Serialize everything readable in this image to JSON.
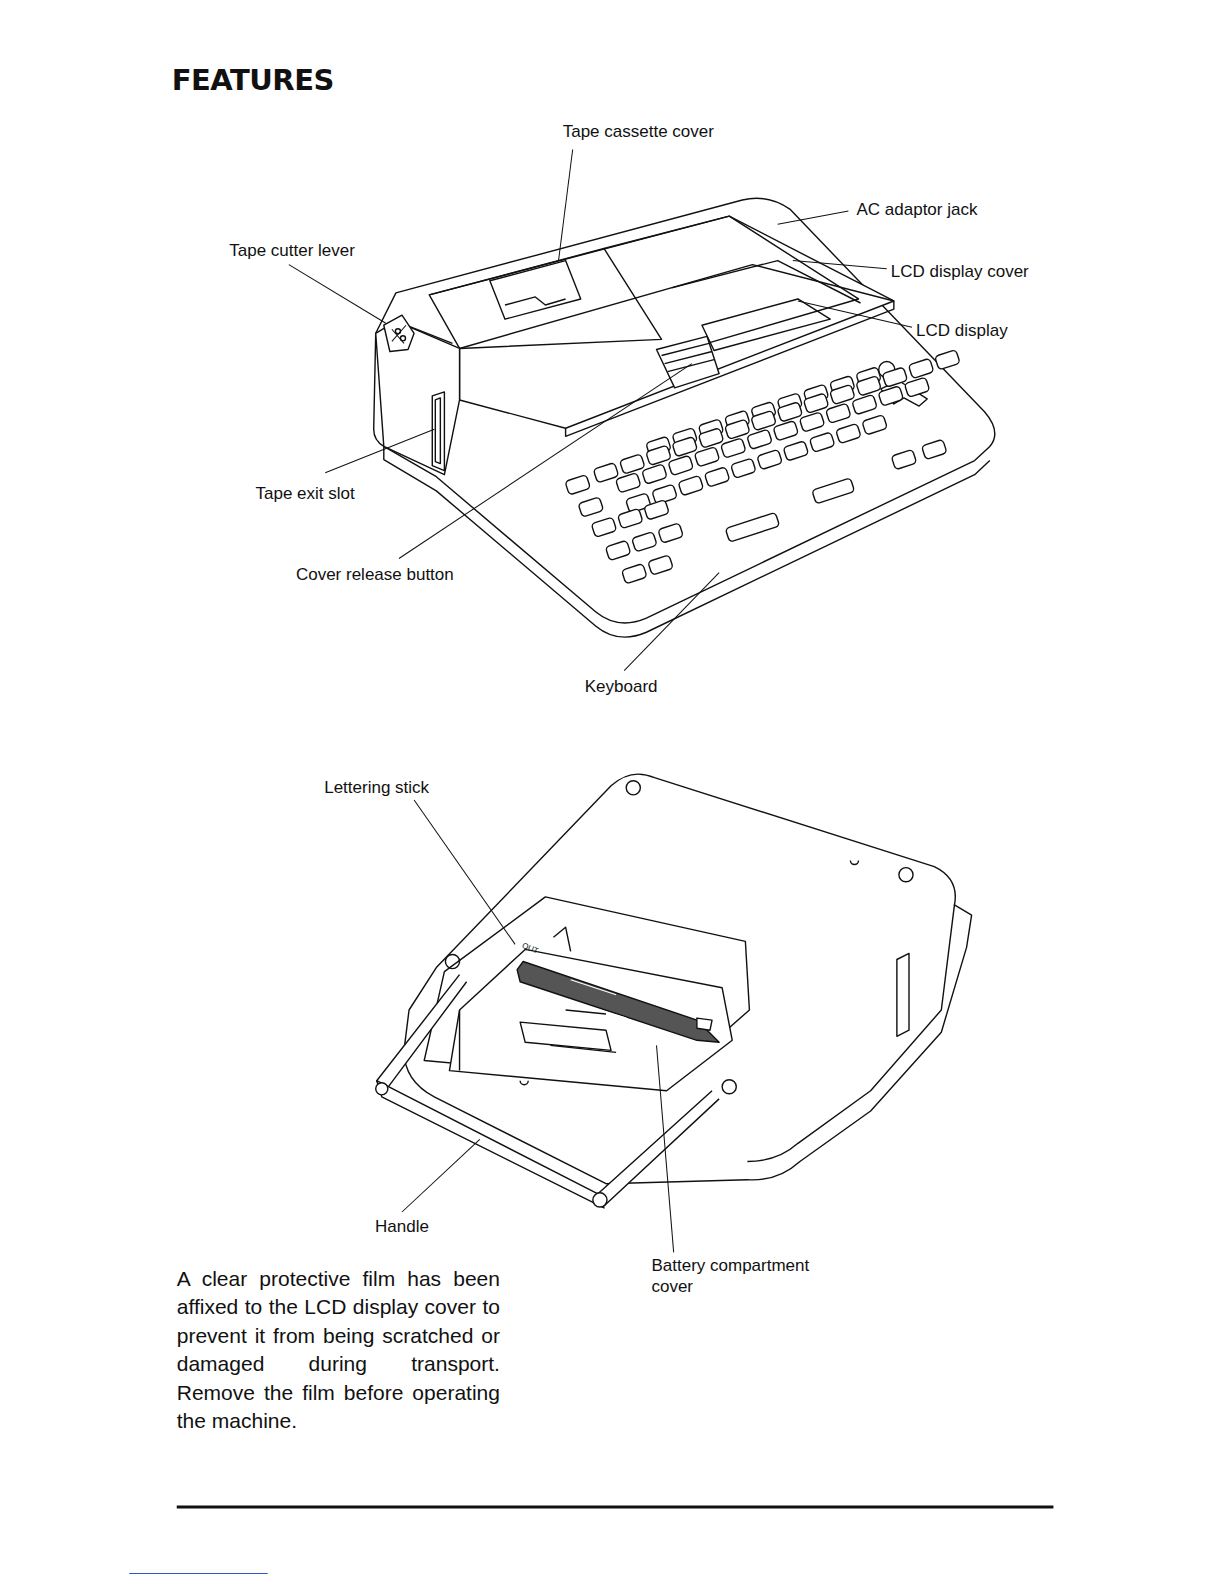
{
  "diagram": {
    "title": "FEATURES",
    "labels": [
      "Tape cassette cover",
      "AC adaptor jack",
      "Tape cutter lever",
      "LCD display cover",
      "LCD display",
      "Tape exit slot",
      "Cover release button",
      "Keyboard",
      "Lettering stick",
      "Handle",
      "Battery compartment cover",
      "OUT",
      "A clear protective film has been affixed to the LCD display cover to prevent it from being scratched or damaged during transport. Remove the film before operating the machine."
    ]
  }
}
